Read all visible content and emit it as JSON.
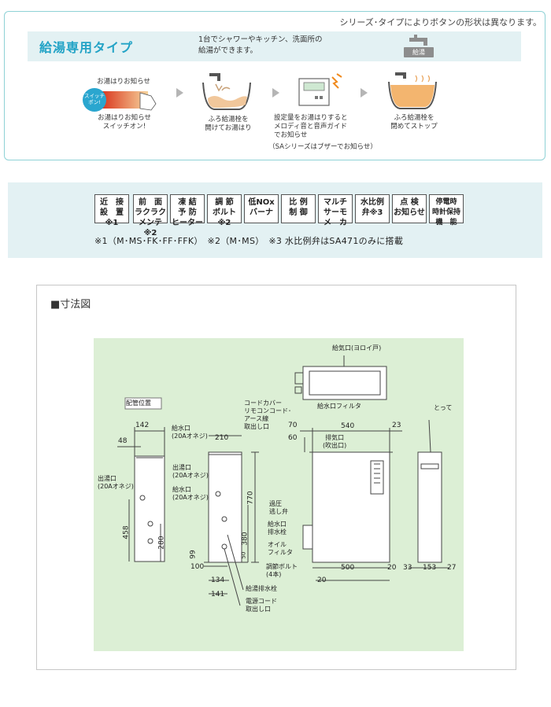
{
  "top": {
    "series_note": "シリーズ･タイプによりボタンの形状は異なります。",
    "type_title": "給湯専用タイプ",
    "type_desc": [
      "1台でシャワーやキッチン、洗面所の",
      "給湯ができます。"
    ],
    "badge": "給湯",
    "step1_top": "お湯はりお知らせ",
    "step1_switch": [
      "スイッチ",
      "ポン!"
    ],
    "step1_bottom": [
      "お湯はりお知らせ",
      "スイッチオン!"
    ],
    "step2": [
      "ふろ給湯栓を",
      "開けてお湯はり"
    ],
    "step3": [
      "設定量をお湯はりすると",
      "メロディ音と音声ガイド",
      "でお知らせ"
    ],
    "step3_note": "（SAシリーズはブザーでお知らせ）",
    "step4": [
      "ふろ給湯栓を",
      "閉めてストップ"
    ]
  },
  "features": {
    "items": [
      "近　接\n設　置\n※1",
      "前　面\nラクラク\nメンテ※2",
      "凍 結\n予 防\nヒーター",
      "調 節\nボルト\n※2",
      "低NOx\nバーナ",
      "比 例\n制 御",
      "マルチ\nサーモ\nメ　カ",
      "水比例\n弁※3",
      "点 検\nお知らせ",
      "停電時\n時計保持\n機　能"
    ],
    "note": "※1（M･MS･FK･FF･FFK）　※2（M･MS）　※3 水比例弁はSA471のみに搭載"
  },
  "dims": {
    "title": "■寸法図",
    "piping": "配管位置",
    "labels": {
      "kyuki": "給気口(ヨロイ戸)",
      "kyusui_filter": "給水口フィルタ",
      "cord_cover": [
        "コードカバー",
        "リモコンコード･",
        "アース線",
        "取出し口"
      ],
      "totte": "とって",
      "kyusui1": [
        "給水口",
        "(20Aオネジ)"
      ],
      "shutto1": [
        "出湯口",
        "(20Aオネジ)"
      ],
      "shutto2": [
        "出湯口",
        "(20Aオネジ)"
      ],
      "kyusui2": [
        "給水口",
        "(20Aオネジ)"
      ],
      "haiki": [
        "排気口",
        "(吹出口)"
      ],
      "kaatsu": [
        "過圧",
        "逃し弁"
      ],
      "kyusui_haisui": [
        "給水口",
        "排水栓"
      ],
      "oil": [
        "オイル",
        "フィルタ"
      ],
      "bolt": [
        "調節ボルト",
        "(4本)"
      ],
      "kyuto_haisui": "給湯排水栓",
      "dengen": [
        "電源コード",
        "取出し口"
      ]
    },
    "nums": {
      "n142": "142",
      "n48": "48",
      "n458": "458",
      "n280": "280",
      "n210": "210",
      "n770": "770",
      "n380": "380",
      "n99": "99",
      "n100": "100",
      "n50": "50",
      "n134": "134",
      "n141": "141",
      "n70": "70",
      "n60": "60",
      "n540": "540",
      "n23": "23",
      "n500": "500",
      "n20a": "20",
      "n20b": "20",
      "n33": "33",
      "n153": "153",
      "n27": "27"
    }
  }
}
